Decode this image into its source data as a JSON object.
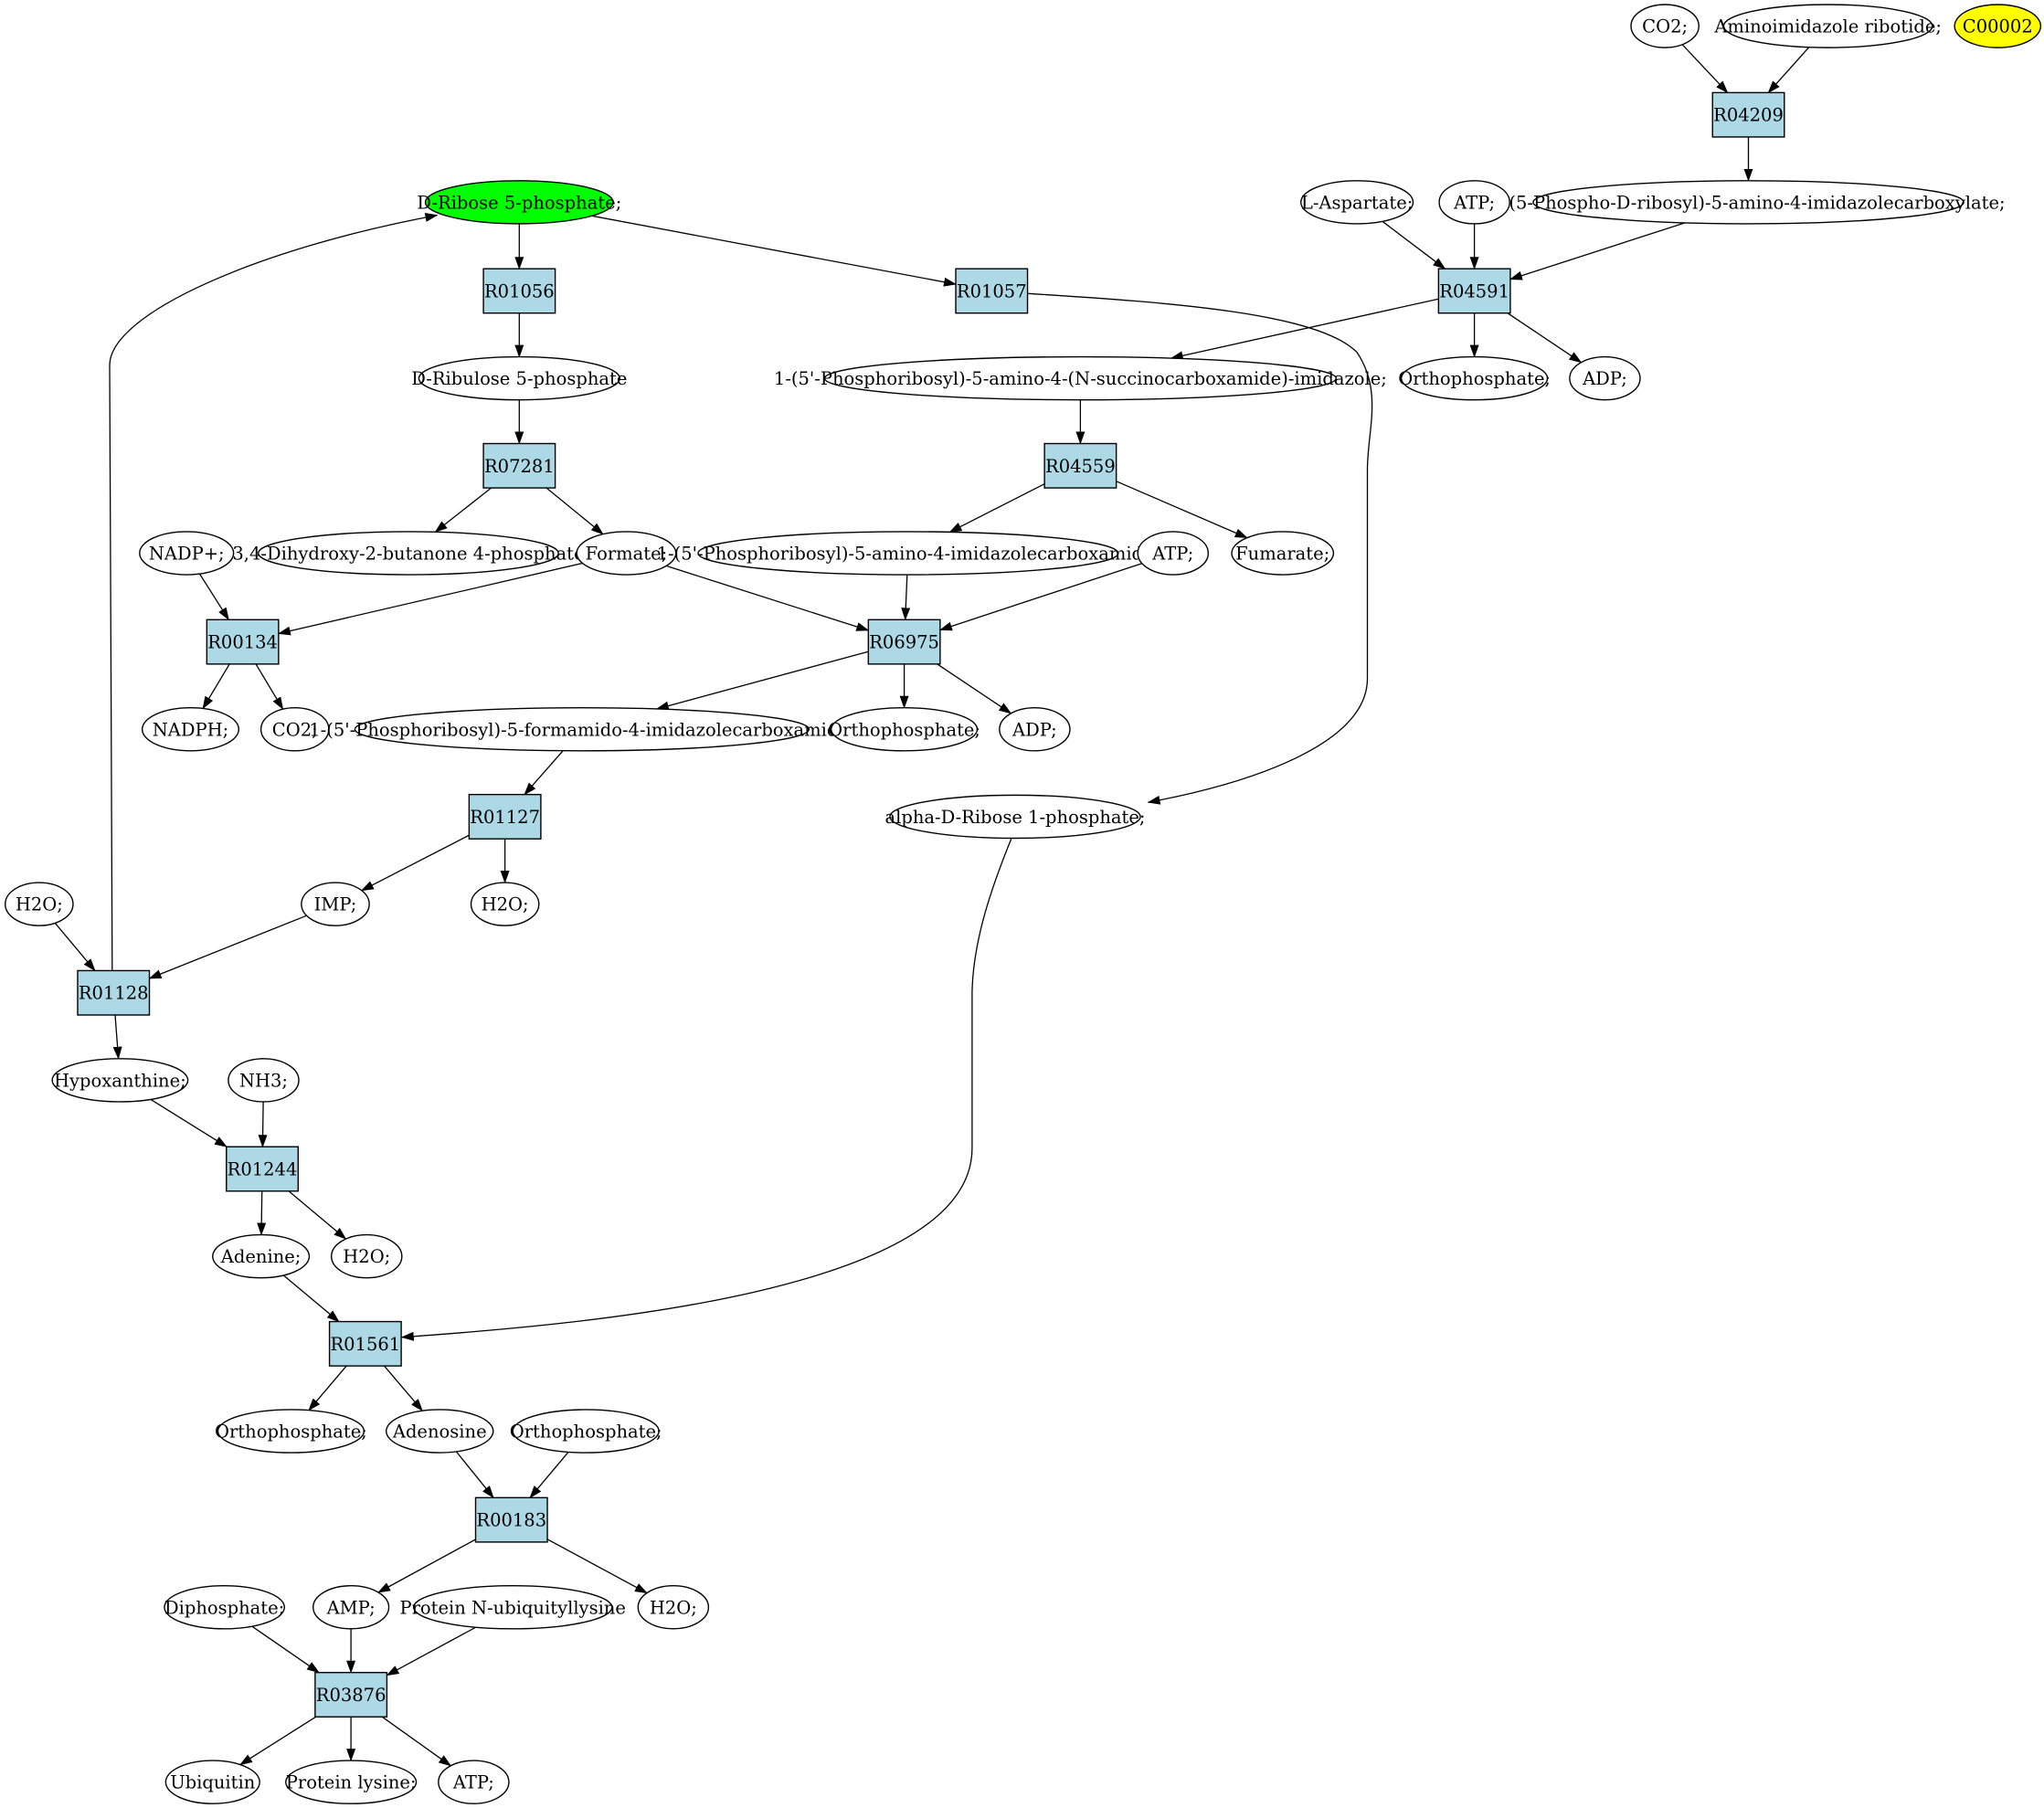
{
  "colors": {
    "reaction_fill": "#add8e6",
    "compound_fill": "#ffffff",
    "start_fill": "#00ff00",
    "highlight_fill": "#ffff00",
    "stroke": "#000000"
  },
  "reactions": [
    {
      "id": "R04209",
      "label": "R04209"
    },
    {
      "id": "R04591",
      "label": "R04591"
    },
    {
      "id": "R01056",
      "label": "R01056"
    },
    {
      "id": "R01057",
      "label": "R01057"
    },
    {
      "id": "R07281",
      "label": "R07281"
    },
    {
      "id": "R04559",
      "label": "R04559"
    },
    {
      "id": "R00134",
      "label": "R00134"
    },
    {
      "id": "R06975",
      "label": "R06975"
    },
    {
      "id": "R01127",
      "label": "R01127"
    },
    {
      "id": "R01128",
      "label": "R01128"
    },
    {
      "id": "R01244",
      "label": "R01244"
    },
    {
      "id": "R01561",
      "label": "R01561"
    },
    {
      "id": "R00183",
      "label": "R00183"
    },
    {
      "id": "R03876",
      "label": "R03876"
    }
  ],
  "compounds": [
    {
      "id": "co2_top",
      "label": "CO2;"
    },
    {
      "id": "air",
      "label": "Aminoimidazole ribotide;"
    },
    {
      "id": "c00002",
      "label": "C00002",
      "style": "highlight"
    },
    {
      "id": "aircarb",
      "label": "1-(5-Phospho-D-ribosyl)-5-amino-4-imidazolecarboxylate;"
    },
    {
      "id": "laspartate",
      "label": "L-Aspartate;"
    },
    {
      "id": "atp_591",
      "label": "ATP;"
    },
    {
      "id": "r5p",
      "label": "D-Ribose 5-phosphate;",
      "style": "start"
    },
    {
      "id": "orthophos_591",
      "label": "Orthophosphate;"
    },
    {
      "id": "adp_591",
      "label": "ADP;"
    },
    {
      "id": "ru5p",
      "label": "D-Ribulose 5-phosphate"
    },
    {
      "id": "saicar",
      "label": "1-(5'-Phosphoribosyl)-5-amino-4-(N-succinocarboxamide)-imidazole;"
    },
    {
      "id": "dhbp",
      "label": "3,4-Dihydroxy-2-butanone 4-phosphate"
    },
    {
      "id": "formate",
      "label": "Formate;"
    },
    {
      "id": "nadp",
      "label": "NADP+;"
    },
    {
      "id": "aicar",
      "label": "1-(5'-Phosphoribosyl)-5-amino-4-imidazolecarboxamide;"
    },
    {
      "id": "atp_975",
      "label": "ATP;"
    },
    {
      "id": "fumarate",
      "label": "Fumarate;"
    },
    {
      "id": "nadph",
      "label": "NADPH;"
    },
    {
      "id": "co2_134",
      "label": "CO2;"
    },
    {
      "id": "faicar",
      "label": "1-(5'-Phosphoribosyl)-5-formamido-4-imidazolecarboxamide;"
    },
    {
      "id": "orthophos_975",
      "label": "Orthophosphate;"
    },
    {
      "id": "adp_975",
      "label": "ADP;"
    },
    {
      "id": "r1p",
      "label": "alpha-D-Ribose 1-phosphate;"
    },
    {
      "id": "h2o_128",
      "label": "H2O;"
    },
    {
      "id": "imp",
      "label": "IMP;"
    },
    {
      "id": "h2o_127",
      "label": "H2O;"
    },
    {
      "id": "hypoxanthine",
      "label": "Hypoxanthine;"
    },
    {
      "id": "nh3",
      "label": "NH3;"
    },
    {
      "id": "adenine",
      "label": "Adenine;"
    },
    {
      "id": "h2o_244",
      "label": "H2O;"
    },
    {
      "id": "orthophos_561",
      "label": "Orthophosphate;"
    },
    {
      "id": "adenosine",
      "label": "Adenosine"
    },
    {
      "id": "orthophos_183",
      "label": "Orthophosphate;"
    },
    {
      "id": "diphosphate",
      "label": "Diphosphate;"
    },
    {
      "id": "amp",
      "label": "AMP;"
    },
    {
      "id": "protnub",
      "label": "Protein N-ubiquityllysine"
    },
    {
      "id": "h2o_183",
      "label": "H2O;"
    },
    {
      "id": "ubiquitin",
      "label": "Ubiquitin"
    },
    {
      "id": "protlys",
      "label": "Protein lysine;"
    },
    {
      "id": "atp_876",
      "label": "ATP;"
    }
  ]
}
